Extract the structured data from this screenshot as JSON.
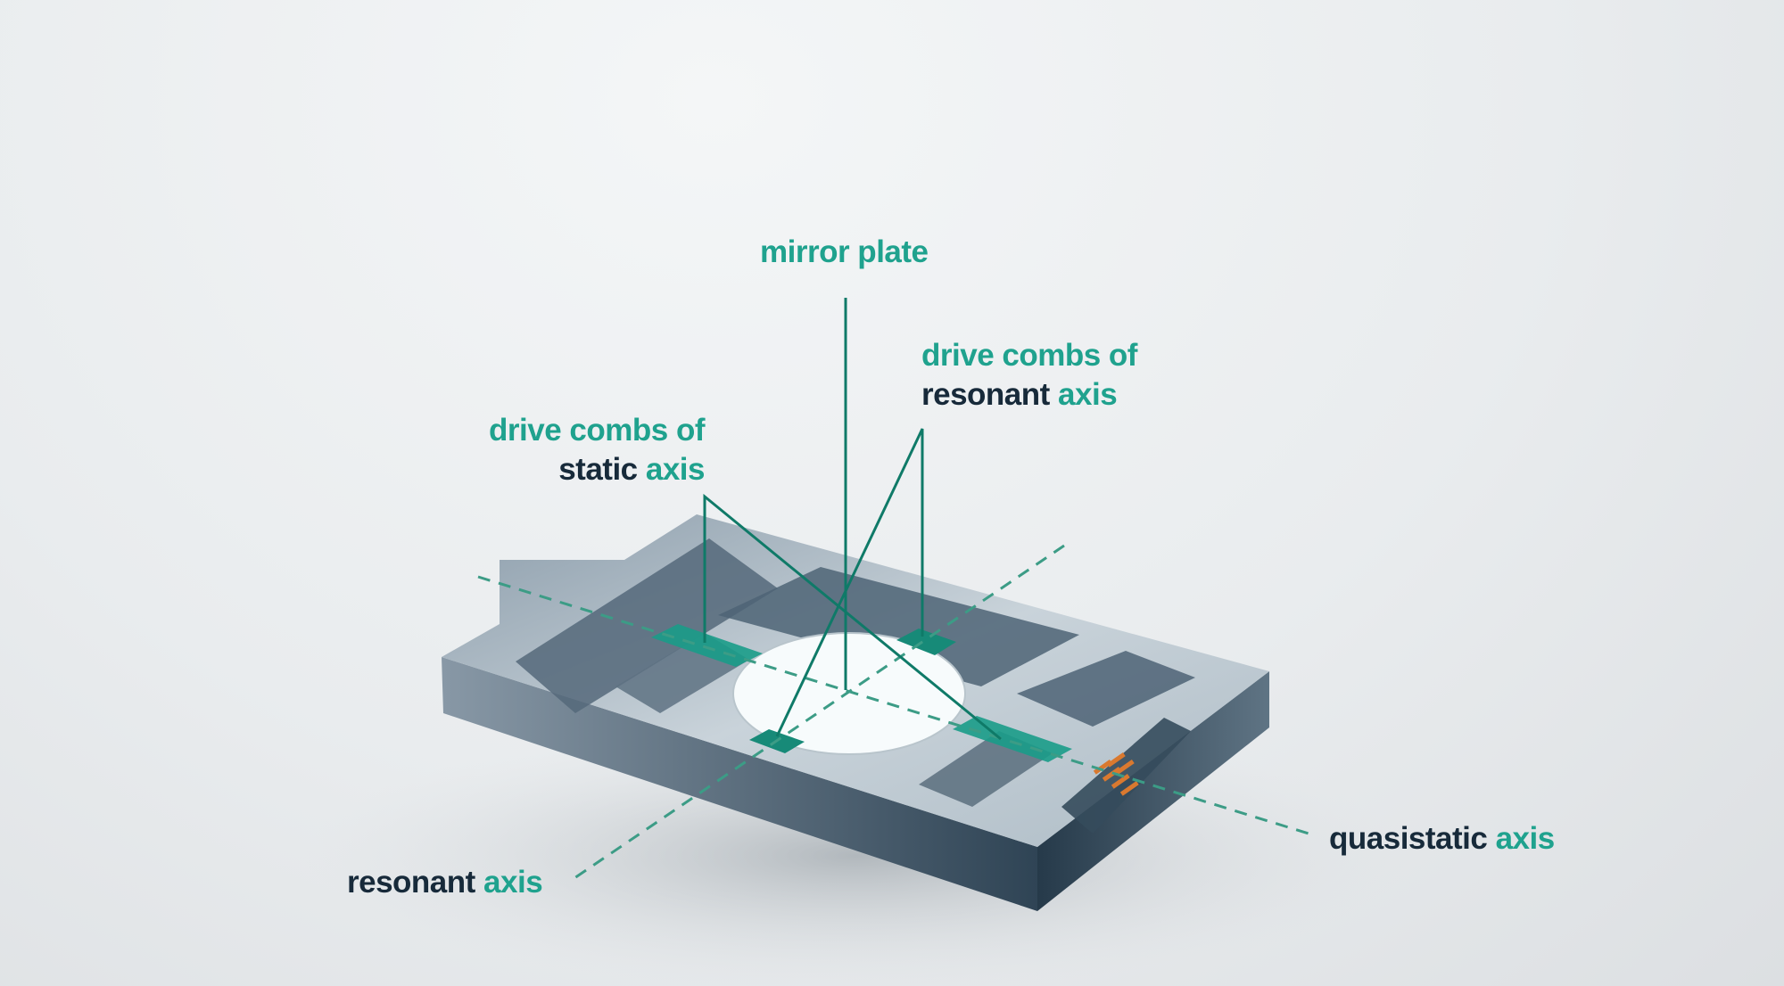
{
  "labels": {
    "mirror_plate": "mirror plate",
    "resonant_combs": {
      "line1": "drive combs of",
      "dark": "resonant",
      "accent": "axis"
    },
    "static_combs": {
      "line1": "drive combs of",
      "dark": "static",
      "accent": "axis"
    },
    "resonant_axis": {
      "dark": "resonant",
      "accent": "axis"
    },
    "quasistatic_axis": {
      "dark": "quasistatic",
      "accent": "axis"
    }
  },
  "colors": {
    "accent": "#1fa28e",
    "dark": "#172a3a",
    "leader": "#0f7a68",
    "chip": "#6f8595"
  }
}
